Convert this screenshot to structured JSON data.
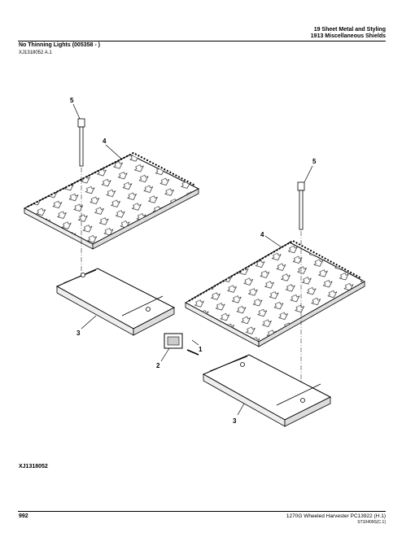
{
  "header": {
    "line1": "19 Sheet Metal and Styling",
    "line2": "1913 Miscellaneous Shields"
  },
  "section": {
    "title": "No Thinning Lights (005358 - )",
    "figure_ref": "XJ1318052 A.1"
  },
  "figure": {
    "id": "XJ1318052",
    "callouts": [
      "5",
      "4",
      "5",
      "4",
      "3",
      "1",
      "2",
      "3"
    ]
  },
  "footer": {
    "page_number": "992",
    "model": "1270G Wheeled Harvester    PC13922    (H.1)",
    "code": "ST10409S(C.1)"
  }
}
